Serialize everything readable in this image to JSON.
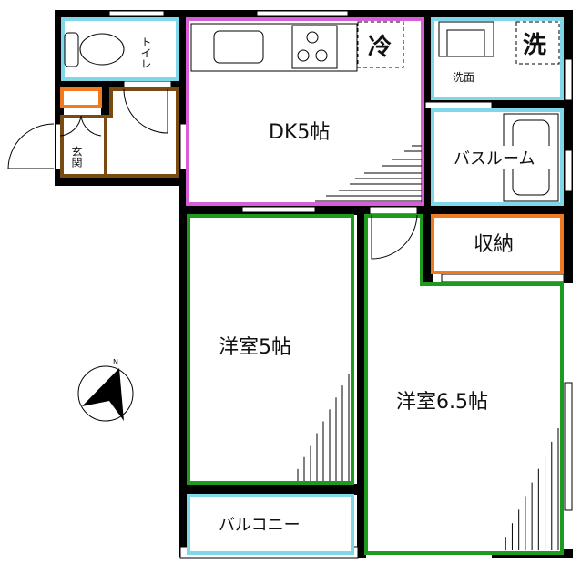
{
  "rooms": {
    "dk": "DK5帖",
    "western5": "洋室5帖",
    "western65": "洋室6.5帖",
    "bathroom": "バスルーム",
    "storage": "収納",
    "balcony": "バルコニー",
    "washroom": "洗面",
    "toilet": "トイレ",
    "entrance": "玄関"
  },
  "fixtures": {
    "fridge": "冷",
    "washer": "洗"
  },
  "compass": {
    "north": "N"
  },
  "colors": {
    "wall": "#000000",
    "water_room": "#7fd8e8",
    "dk": "#d65fd6",
    "western": "#1e9a1e",
    "storage": "#ef7a22",
    "entrance": "#7a4a12"
  }
}
